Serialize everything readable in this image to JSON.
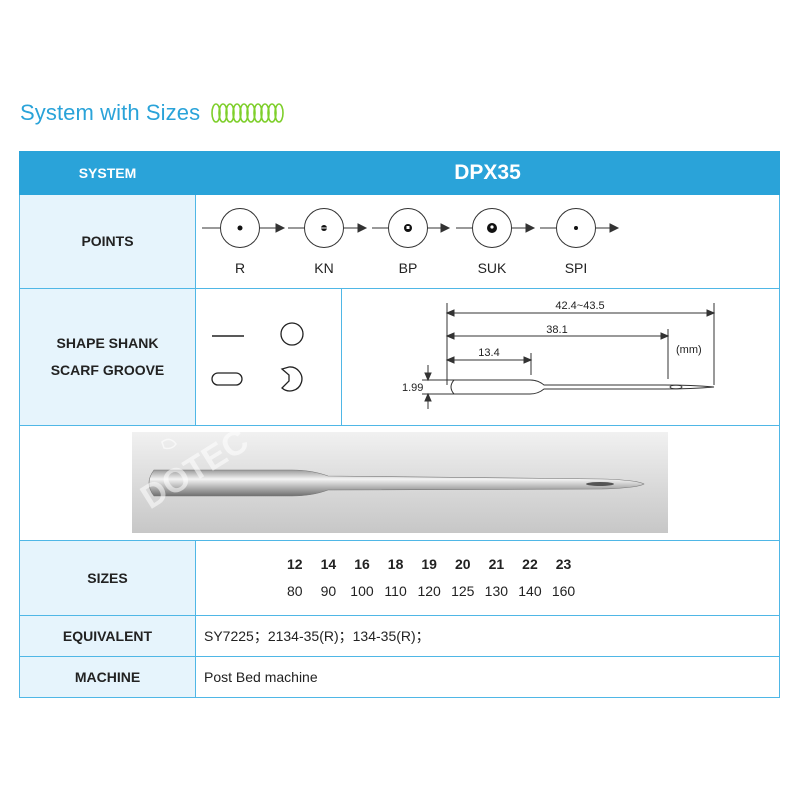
{
  "heading": {
    "title": "System with Sizes",
    "icon": "coil-spring-icon"
  },
  "colors": {
    "accent": "#2aa3d9",
    "label_bg": "#e6f4fc",
    "border": "#4fb7e6"
  },
  "header": {
    "label": "SYSTEM",
    "value": "DPX35"
  },
  "points": {
    "label": "POINTS",
    "items": [
      {
        "name": "R"
      },
      {
        "name": "KN"
      },
      {
        "name": "BP"
      },
      {
        "name": "SUK"
      },
      {
        "name": "SPI"
      }
    ]
  },
  "shape": {
    "label_line1": "SHAPE SHANK",
    "label_line2": "SCARF GROOVE",
    "dimensions": {
      "overall": "42.4~43.5",
      "to_eye": "38.1",
      "shank": "13.4",
      "diameter": "1.99",
      "unit": "(mm)"
    }
  },
  "photo": {
    "watermark": "DOTEC"
  },
  "sizes": {
    "label": "SIZES",
    "singer": [
      "12",
      "14",
      "16",
      "18",
      "19",
      "20",
      "21",
      "22",
      "23"
    ],
    "metric": [
      "80",
      "90",
      "100",
      "110",
      "120",
      "125",
      "130",
      "140",
      "160"
    ]
  },
  "equivalent": {
    "label": "EQUIVALENT",
    "value": "SY7225；2134-35(R)；134-35(R)；"
  },
  "machine": {
    "label": "MACHINE",
    "value": "Post Bed machine"
  }
}
